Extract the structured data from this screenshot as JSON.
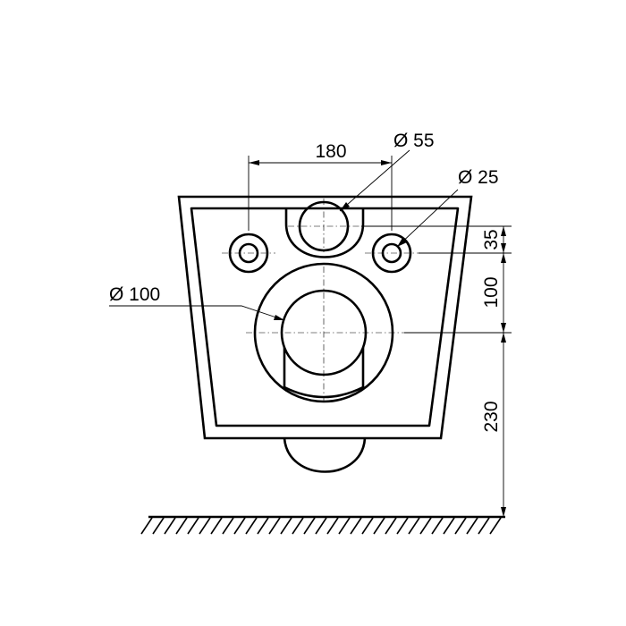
{
  "labels": {
    "hole_spacing": "180",
    "drain_diameter": "Ø 55",
    "bolt_diameter": "Ø 25",
    "outlet_diameter": "Ø 100",
    "vertical_upper": "35",
    "vertical_middle": "100",
    "vertical_lower": "230"
  }
}
